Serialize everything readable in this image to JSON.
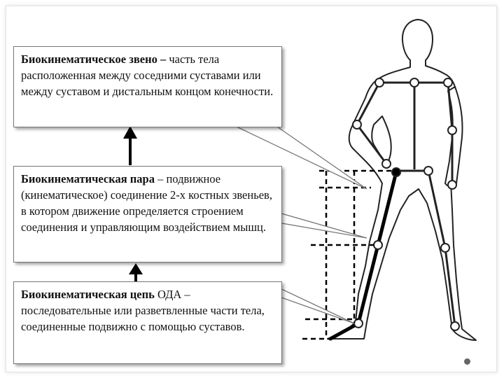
{
  "boxes": [
    {
      "term": "Биокинематическое звено –",
      "text": " часть тела расположенная между соседними суставами или между суставом и дистальным концом конечности."
    },
    {
      "term": "Биокинематическая пара",
      "text": " – подвижное (кинематическое) соединение 2-х костных звеньев, в котором движение определяется строением соединения и управляющим воздействием мышц."
    },
    {
      "term": "Биокинематическая цепь",
      "text": " ОДА – последовательные или разветвленные части тела, соединенные подвижно с помощью суставов."
    }
  ],
  "colors": {
    "ink": "#111111",
    "border": "#777777",
    "figure_fill": "#ffffff"
  },
  "icons": [
    "up-arrow-icon",
    "nav-dot-icon"
  ]
}
